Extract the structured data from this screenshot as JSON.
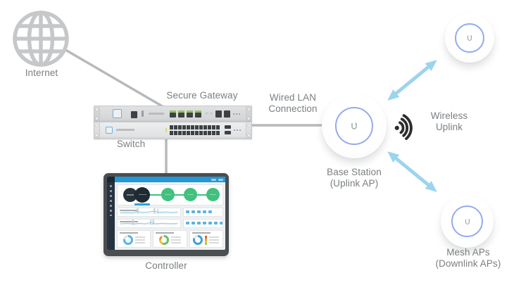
{
  "nodes": {
    "internet": {
      "label": "Internet"
    },
    "secure_gateway": {
      "label": "Secure Gateway"
    },
    "switch": {
      "label": "Switch"
    },
    "controller": {
      "label": "Controller"
    },
    "base_station": {
      "label": "Base Station\n(Uplink AP)"
    },
    "mesh_aps": {
      "label": "Mesh APs\n(Downlink APs)"
    }
  },
  "connections": {
    "wired_lan": {
      "label": "Wired LAN\nConnection"
    },
    "wireless_uplink": {
      "label": "Wireless\nUplink"
    }
  },
  "colors": {
    "label_text": "#7b7e81",
    "link_line": "#b7b9bb",
    "arrow_blue": "#9cd4ee",
    "ap_ring_blue": "#94aaf1",
    "brand_logo_blue": "#6db0e0",
    "dashboard_accent_blue": "#2498d5",
    "dashboard_green": "#41c17e",
    "port_led_green": "#97c35c"
  }
}
